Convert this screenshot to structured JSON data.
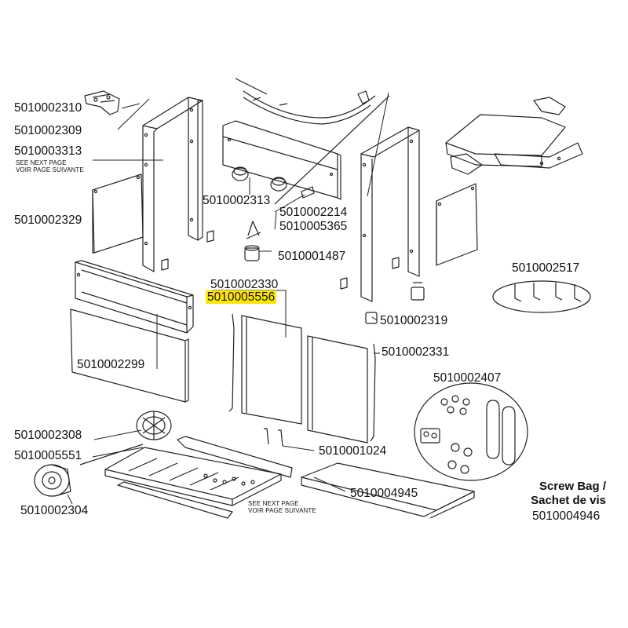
{
  "parts": {
    "p2310": "5010002310",
    "p2309": "5010002309",
    "p3313": "5010003313",
    "p3313_note1": "SEE NEXT PAGE",
    "p3313_note2": "VOIR PAGE SUIVANTE",
    "p2329": "5010002329",
    "p2313": "5010002313",
    "p2214": "5010002214",
    "p5365": "5010005365",
    "p1487": "5010001487",
    "p2517": "5010002517",
    "p2330": "5010002330",
    "p5556": "5010005556",
    "p2319": "5010002319",
    "p2299": "5010002299",
    "p2331": "5010002331",
    "p2407": "5010002407",
    "p2308": "5010002308",
    "p5551": "5010005551",
    "p1024": "5010001024",
    "p4945": "5010004945",
    "p2304": "5010002304",
    "bottom_note1": "SEE NEXT PAGE",
    "bottom_note2": "VOIR PAGE SUIVANTE"
  },
  "screw_bag": {
    "line1": "Screw Bag /",
    "line2": "Sachet de vis",
    "part": "5010004946"
  },
  "highlight_color": "#ffe600"
}
